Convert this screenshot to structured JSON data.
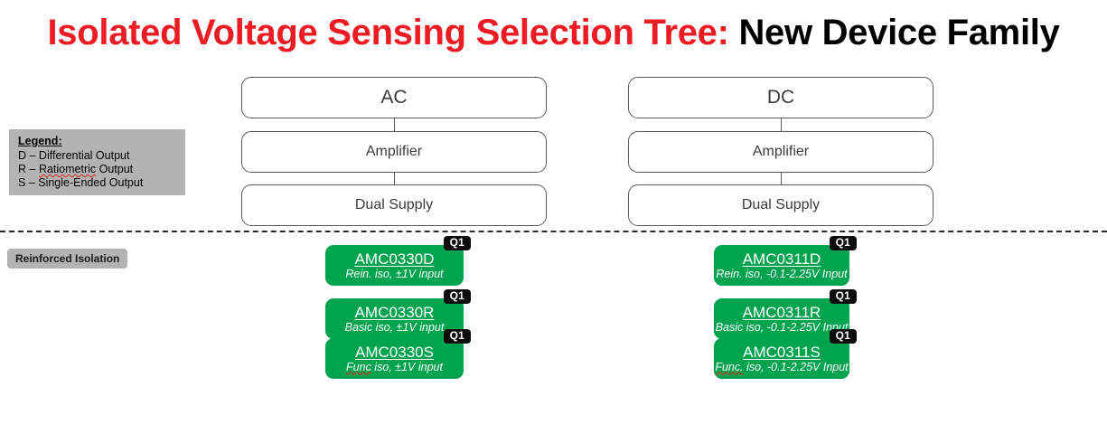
{
  "title": {
    "highlight": "Isolated Voltage Sensing Selection Tree:",
    "rest": " New Device Family"
  },
  "legend": {
    "heading": "Legend:",
    "items": [
      "D – Differential Output",
      "R – Ratiometric Output",
      "S – Single-Ended Output"
    ]
  },
  "isolation_label": "Reinforced Isolation",
  "branches": [
    {
      "id": "ac",
      "nodes": [
        "AC",
        "Amplifier",
        "Dual Supply"
      ],
      "devices": [
        {
          "name": "AMC0330D",
          "sub": "Rein. iso, ±1V input",
          "badge": "Q1"
        },
        {
          "name": "AMC0330R",
          "sub": "Basic iso, ±1V input",
          "badge": "Q1"
        },
        {
          "name": "AMC0330S",
          "sub": "Func iso, ±1V input",
          "badge": "Q1"
        }
      ]
    },
    {
      "id": "dc",
      "nodes": [
        "DC",
        "Amplifier",
        "Dual Supply"
      ],
      "devices": [
        {
          "name": "AMC0311D",
          "sub": "Rein. iso, -0.1-2.25V Input",
          "badge": "Q1"
        },
        {
          "name": "AMC0311R",
          "sub": "Basic iso, -0.1-2.25V Input",
          "badge": "Q1"
        },
        {
          "name": "AMC0311S",
          "sub": "Func. iso, -0.1-2.25V Input",
          "badge": "Q1"
        }
      ]
    }
  ],
  "colors": {
    "title_accent": "#ED1C24",
    "device_green": "#00A44F",
    "legend_gray": "#B3B3B3",
    "node_border": "#5A5A5A",
    "badge_black": "#0D0D0D"
  }
}
